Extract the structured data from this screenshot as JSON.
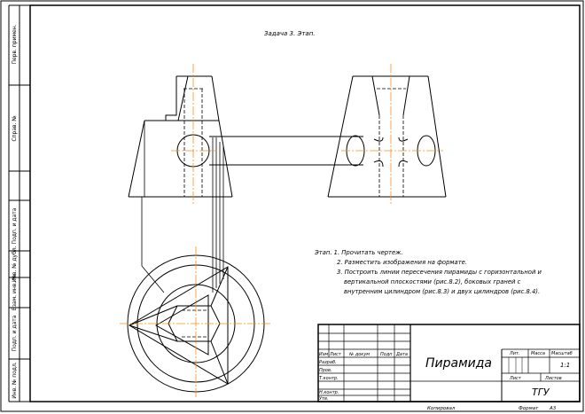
{
  "title": "Задача 3. Этап.",
  "steps": {
    "head": "Этап. 1. Прочитать чертеж.",
    "s2": "2. Разместить изображения на формате.",
    "s3_l1": "3. Построить линии пересечения пирамиды с горизонтальной и",
    "s3_l2": "вертикальной плоскостями (рис.8.2), боковых граней с",
    "s3_l3": "внутренним  цилиндром (рис.8.3) и двух цилиндров (рис.8.4)."
  },
  "left_strip": [
    "Перв. примен.",
    "Справ. №",
    "Подп. и дата",
    "Инв. № дубл.",
    "Взам. инв. №",
    "Подп. и дата",
    "Инв. № подл."
  ],
  "title_block": {
    "name": "Пирамида",
    "org": "ТГУ",
    "hdr_izm": "Изм",
    "hdr_list": "Лист",
    "hdr_doc": "№ докум",
    "hdr_podp": "Подп",
    "hdr_data": "Дата",
    "razrab": "Разраб.",
    "prov": "Пров.",
    "tkontr": "Т.контр.",
    "nkontr": "Н.контр.",
    "utv": "Утв.",
    "lit": "Лит.",
    "massa": "Масса",
    "masshtab": "Масштаб",
    "list": "Лист",
    "listov": "Листов",
    "scale": "1:1"
  },
  "footer": {
    "kopiroval": "Копировал",
    "format": "Формат",
    "format_val": "A3"
  }
}
